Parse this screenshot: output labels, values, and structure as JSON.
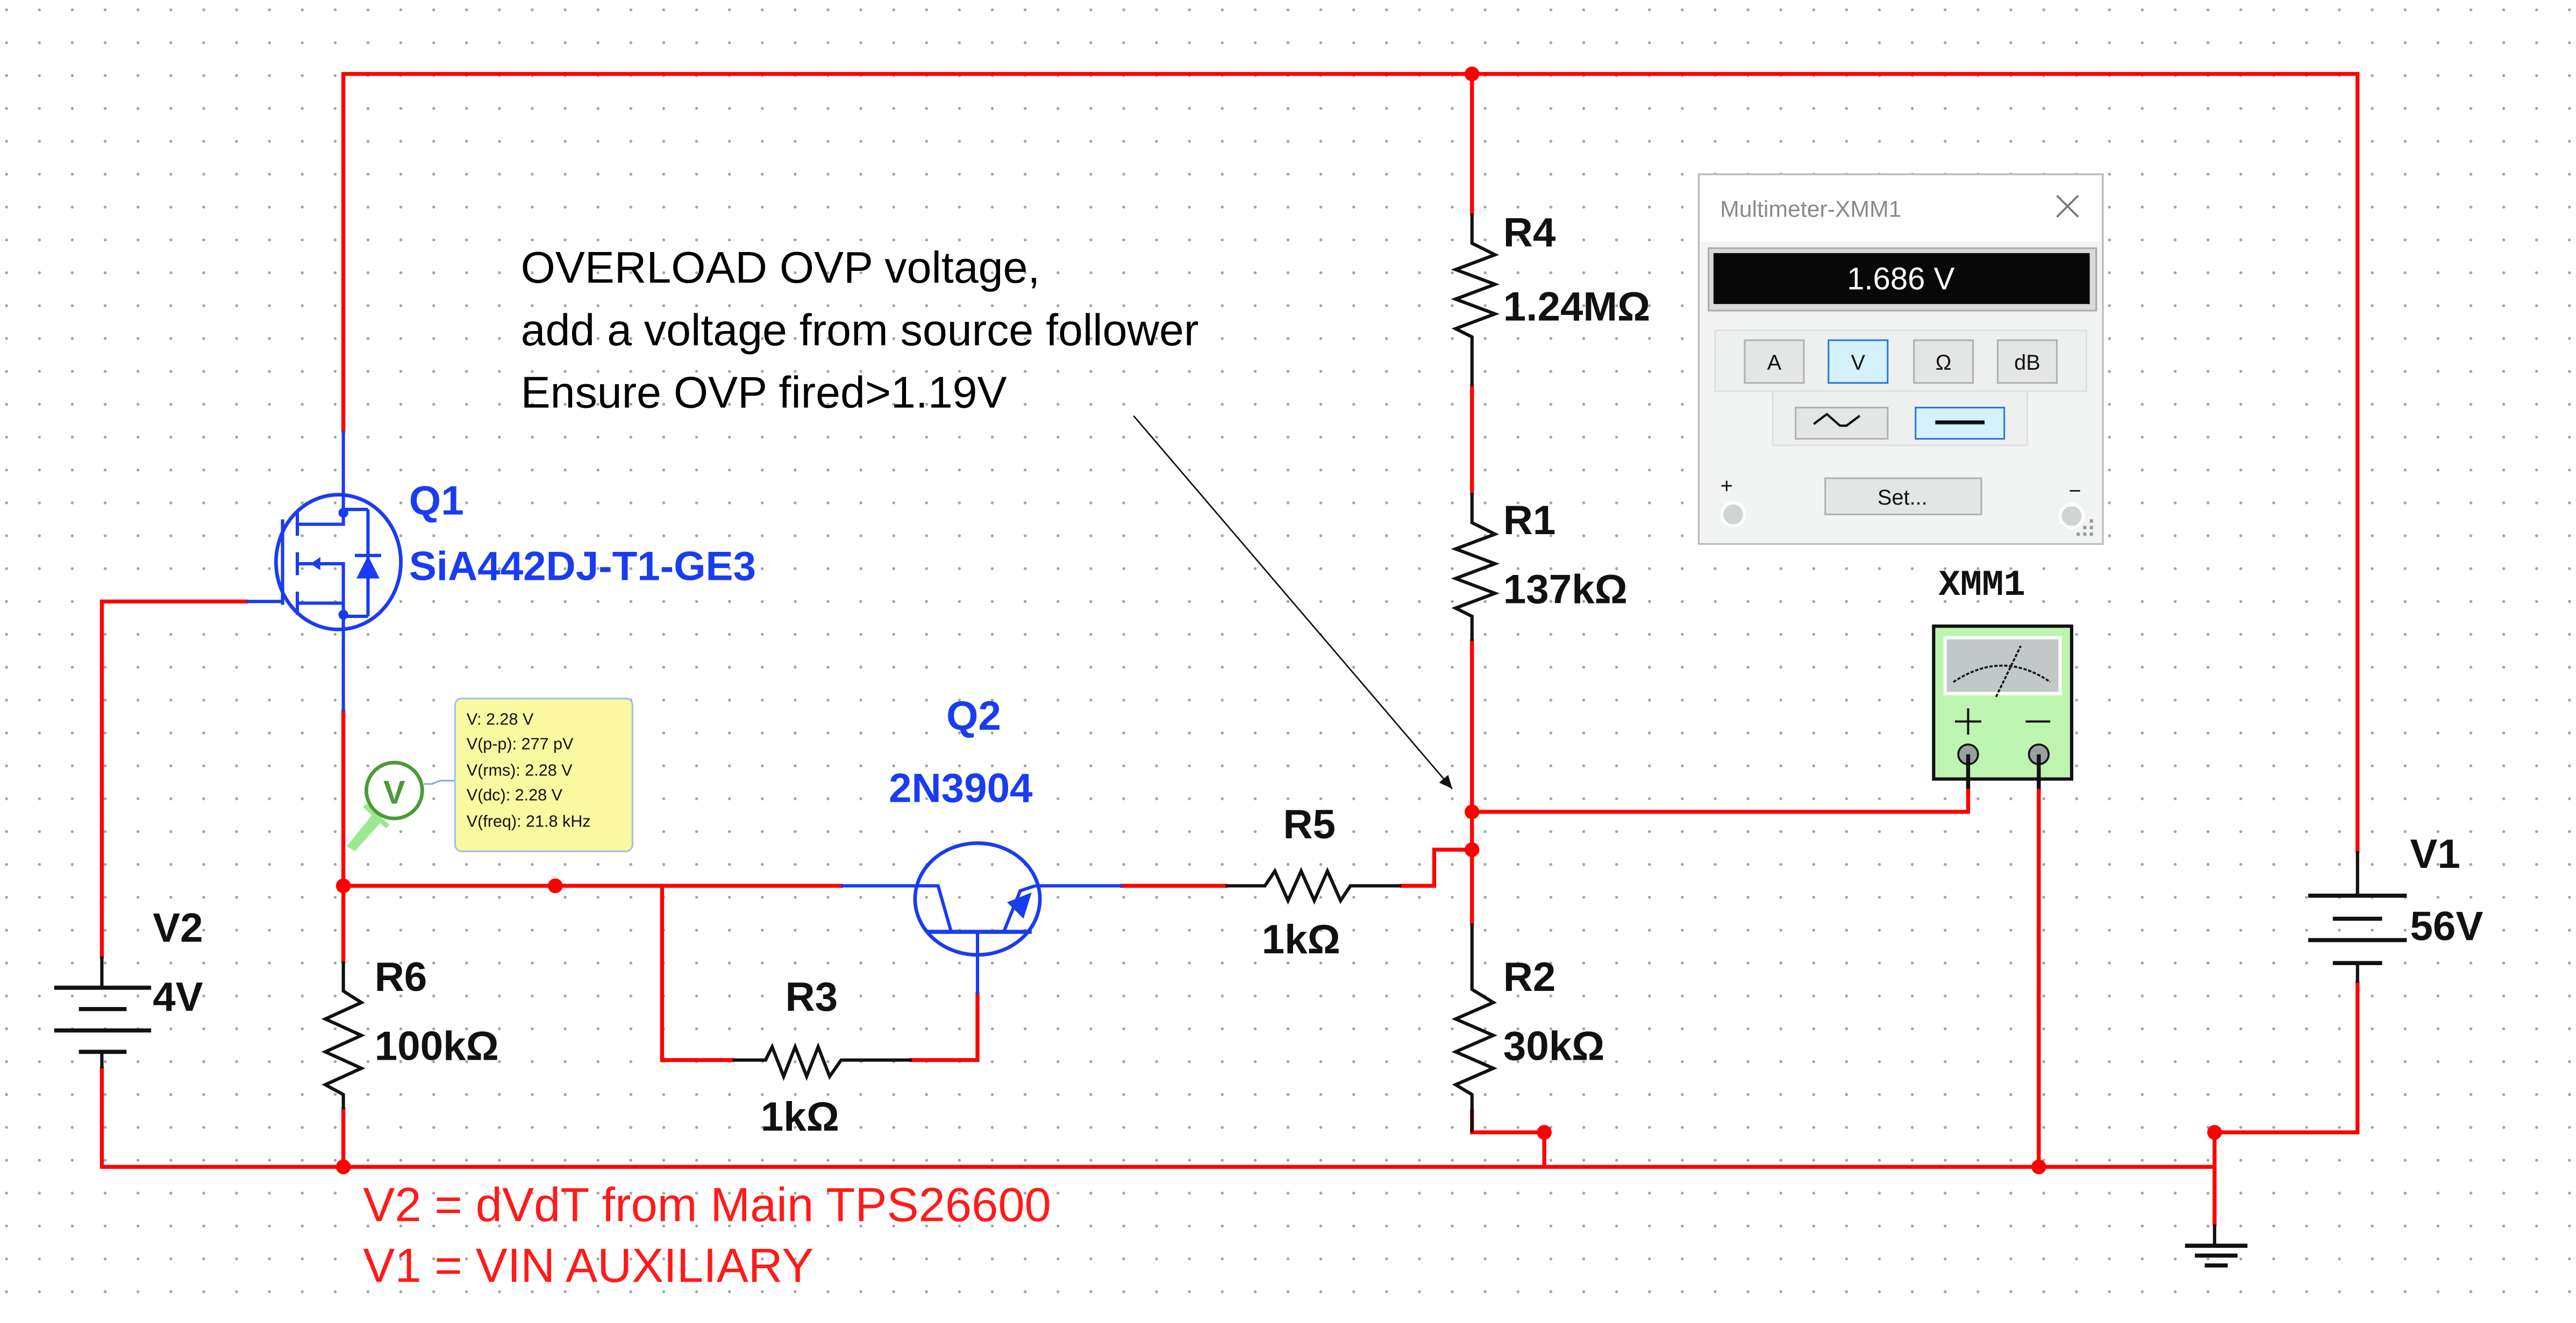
{
  "annotation": {
    "lines": [
      "OVERLOAD OVP voltage,",
      "add a voltage from source follower",
      "Ensure OVP fired>1.19V"
    ]
  },
  "footer_notes": [
    "V2 = dVdT from Main TPS26600",
    "V1 = VIN AUXILIARY"
  ],
  "components": {
    "Q1": {
      "ref": "Q1",
      "part": "SiA442DJ-T1-GE3"
    },
    "Q2": {
      "ref": "Q2",
      "part": "2N3904"
    },
    "R1": {
      "ref": "R1",
      "value": "137kΩ"
    },
    "R2": {
      "ref": "R2",
      "value": "30kΩ"
    },
    "R3": {
      "ref": "R3",
      "value": "1kΩ"
    },
    "R4": {
      "ref": "R4",
      "value": "1.24MΩ"
    },
    "R5": {
      "ref": "R5",
      "value": "1kΩ"
    },
    "R6": {
      "ref": "R6",
      "value": "100kΩ"
    },
    "V1": {
      "ref": "V1",
      "value": "56V"
    },
    "V2": {
      "ref": "V2",
      "value": "4V"
    },
    "XMM1": {
      "ref": "XMM1"
    }
  },
  "probe": {
    "icon": "voltage-probe-icon",
    "symbol": "V",
    "readings": [
      "V: 2.28 V",
      "V(p-p): 277 pV",
      "V(rms): 2.28 V",
      "V(dc): 2.28 V",
      "V(freq): 21.8 kHz"
    ]
  },
  "multimeter_dialog": {
    "title": "Multimeter-XMM1",
    "display": "1.686 V",
    "mode_buttons": [
      {
        "label": "A",
        "selected": false
      },
      {
        "label": "V",
        "selected": true
      },
      {
        "label": "Ω",
        "selected": false
      },
      {
        "label": "dB",
        "selected": false
      }
    ],
    "signal_buttons": [
      {
        "icon": "ac-wave-icon",
        "selected": false
      },
      {
        "icon": "dc-line-icon",
        "selected": true
      }
    ],
    "set_label": "Set...",
    "plus_label": "+",
    "minus_label": "−",
    "close_icon": "close-icon"
  },
  "colors": {
    "wire": "#ff0000",
    "component": "#111111",
    "semiconductor": "#1a3cf0",
    "probe": "#4a9a3a",
    "tooltip_bg": "#faf8a0",
    "meter_body": "#bdf4b0",
    "selected_btn": "#d4f1fc"
  }
}
